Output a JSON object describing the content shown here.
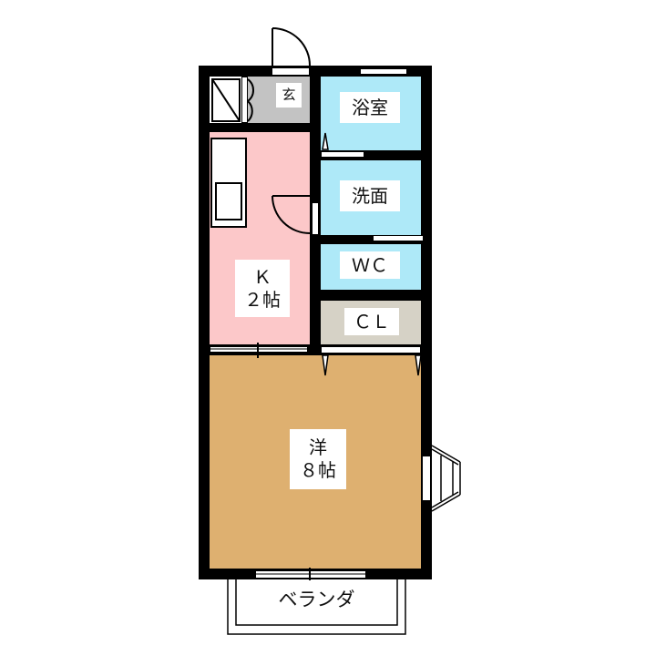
{
  "floor_plan": {
    "layout_type": "1K",
    "colors": {
      "wall": "#000000",
      "kitchen": "#fcc8c9",
      "water_rooms": "#aee9f8",
      "closet": "#d6d2c6",
      "western_room": "#deb070",
      "entrance": "#c3c3c3",
      "background": "#ffffff"
    },
    "rooms": {
      "entrance": {
        "label": "玄"
      },
      "bathroom": {
        "label": "浴室"
      },
      "washroom": {
        "label": "洗面"
      },
      "toilet": {
        "label": "ＷＣ"
      },
      "closet": {
        "label": "ＣＬ"
      },
      "kitchen": {
        "label_line1": "Ｋ",
        "label_line2": "２帖"
      },
      "western_room": {
        "label_line1": "洋",
        "label_line2": "８帖"
      },
      "veranda": {
        "label": "ベランダ"
      }
    }
  }
}
